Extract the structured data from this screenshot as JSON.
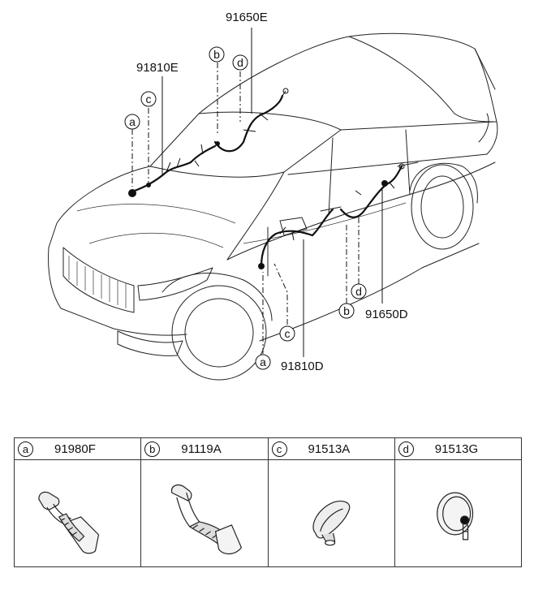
{
  "diagram": {
    "labels": {
      "front_harness_top": "91650E",
      "front_harness_dash": "91810E",
      "rear_door_harness": "91650D",
      "front_door_harness": "91810D"
    },
    "callouts": {
      "a": "a",
      "b": "b",
      "c": "c",
      "d": "d"
    }
  },
  "parts_table": {
    "columns": [
      {
        "letter": "a",
        "part_number": "91980F",
        "icon": "door-grommet-angled-icon"
      },
      {
        "letter": "b",
        "part_number": "91119A",
        "icon": "door-grommet-boot-icon"
      },
      {
        "letter": "c",
        "part_number": "91513A",
        "icon": "protector-icon"
      },
      {
        "letter": "d",
        "part_number": "91513G",
        "icon": "round-grommet-icon"
      }
    ]
  }
}
